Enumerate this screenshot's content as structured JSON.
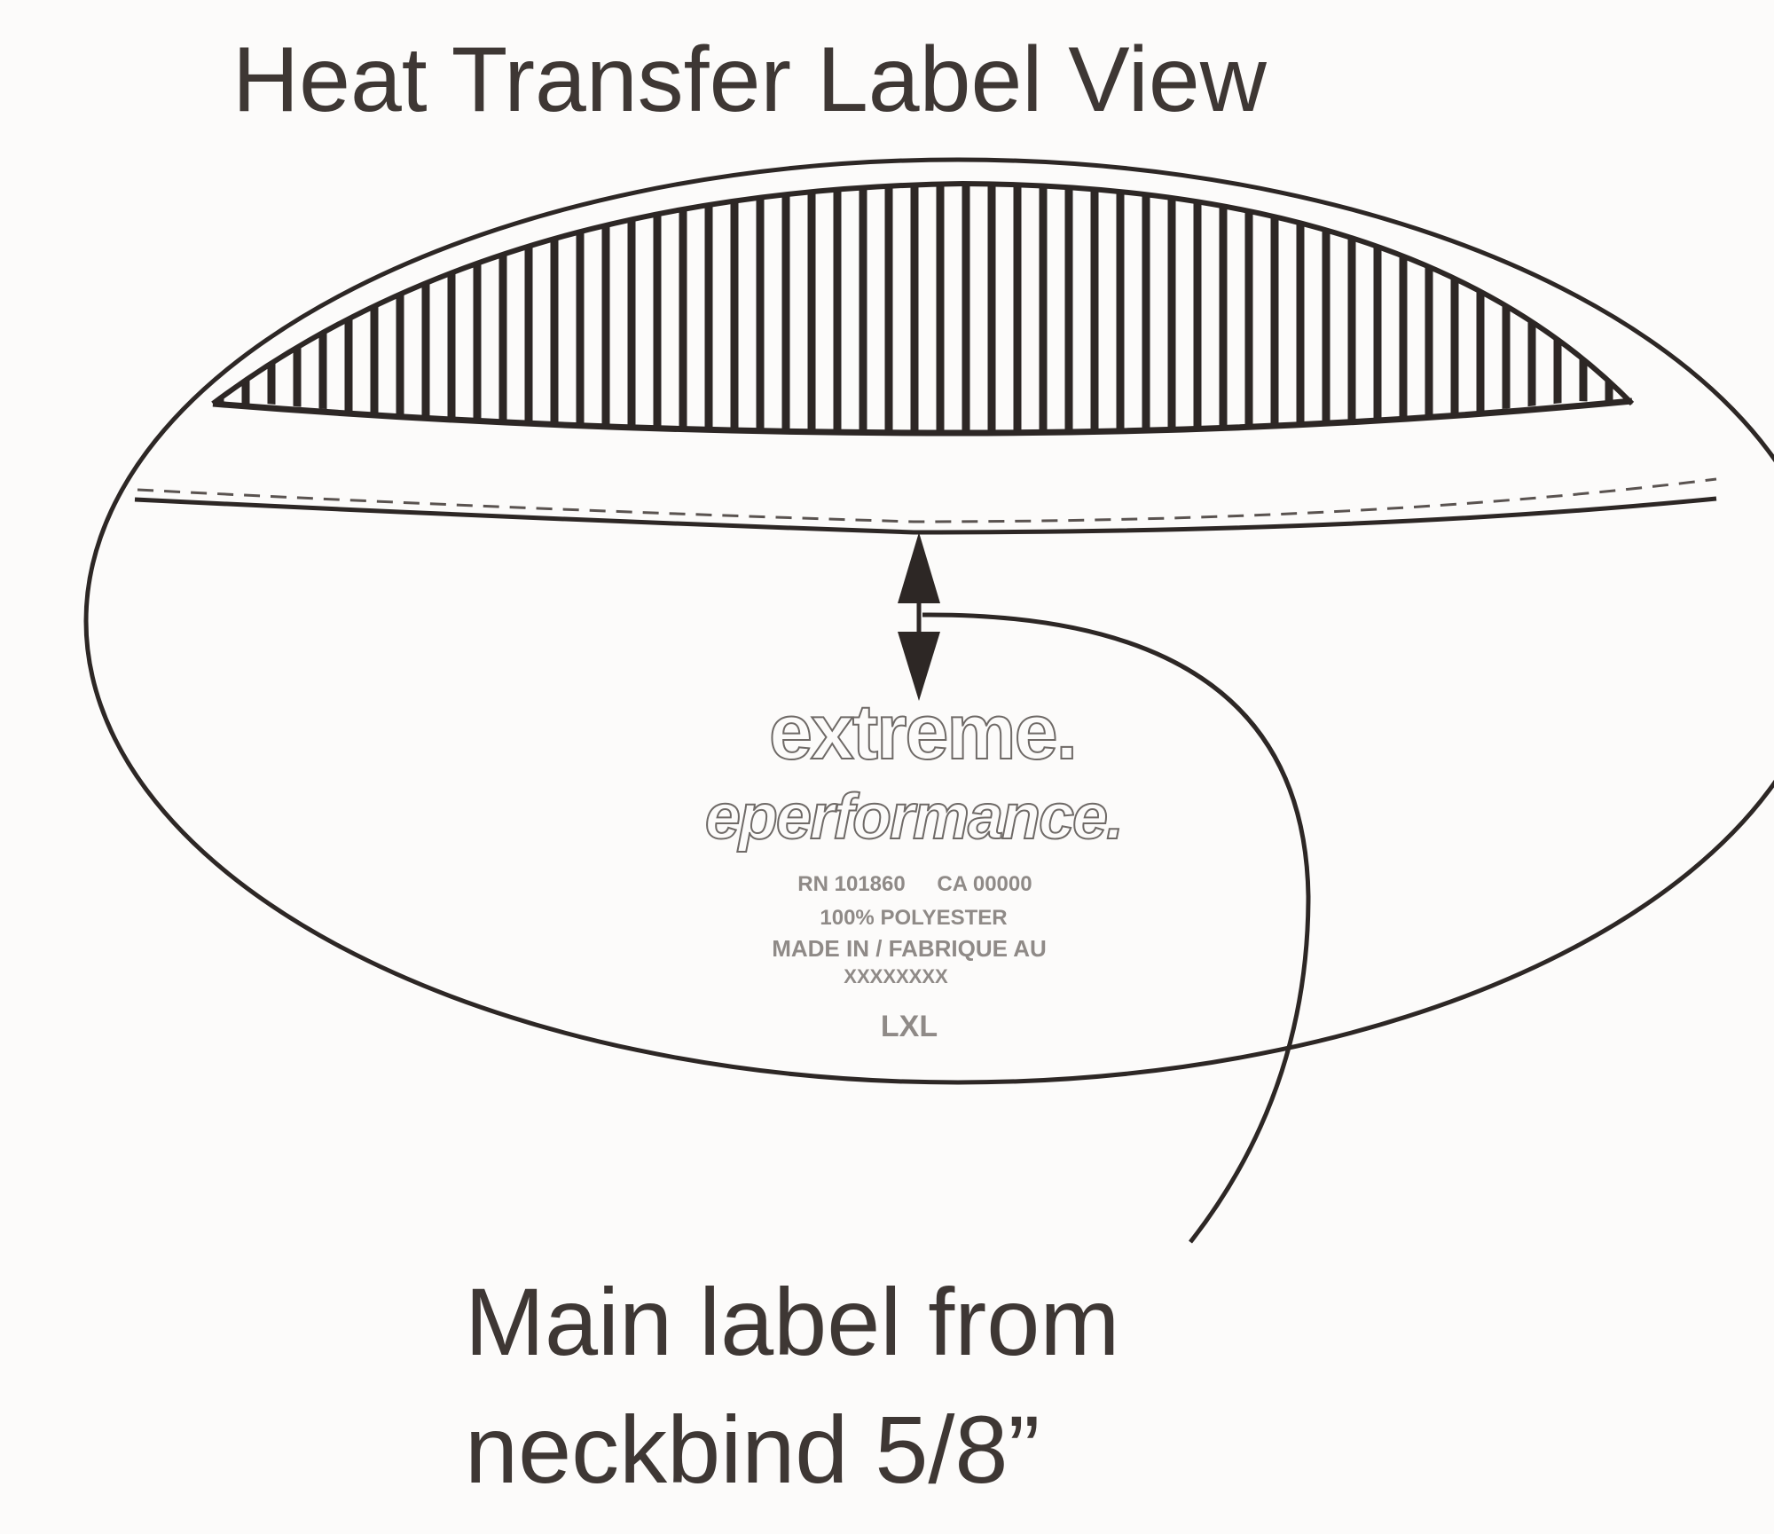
{
  "title": "Heat Transfer Label View",
  "callout": {
    "line1": "Main label from",
    "line2": "neckbind 5/8”"
  },
  "label_print": {
    "brand_line1": "extreme.",
    "brand_line2": "eperformance.",
    "rn_number": "RN 101860",
    "ca_number": "CA 00000",
    "fabric": "100% POLYESTER",
    "origin_line1": "MADE IN / FABRIQUE AU",
    "origin_line2": "XXXXXXXX",
    "size": "LXL"
  },
  "colors": {
    "line": "#2d2725",
    "label_print": "#8f8a87",
    "background": "#fcfbfa"
  }
}
